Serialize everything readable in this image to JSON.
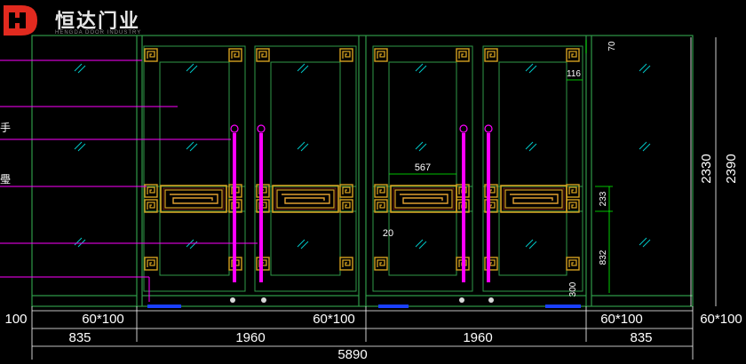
{
  "brand": {
    "name": "恒达门业",
    "subtitle": "HENGDA DOOR INDUSTRY"
  },
  "dimensions": {
    "total_width": "5890",
    "left_side_width": "835",
    "door_pair_left_width": "1960",
    "door_pair_right_width": "1960",
    "right_side_width": "835",
    "post_left": "60*100",
    "post_center": "60*100",
    "post_right_inner": "60*100",
    "post_right_outer": "60*100",
    "edge_left": "100",
    "height_total": "2390",
    "height_door": "2330",
    "top_margin": "70",
    "frame_border": "116",
    "panel_center": "233",
    "lower_height": "832",
    "bottom_height": "300",
    "panel_width": "567",
    "gap": "20"
  },
  "side_labels": {
    "handle_fragment": "手",
    "body_fragment": "璺"
  },
  "colors": {
    "background": "#000000",
    "frame": "#2f9a48",
    "dimension": "#ffffff",
    "annotation": "#ff00ff",
    "ornament": "#d4a020",
    "ornament_fill": "#8a2418",
    "green_dim": "#00ff00",
    "glass_hatch": "#00c8c8",
    "base": "#1a40ff"
  }
}
